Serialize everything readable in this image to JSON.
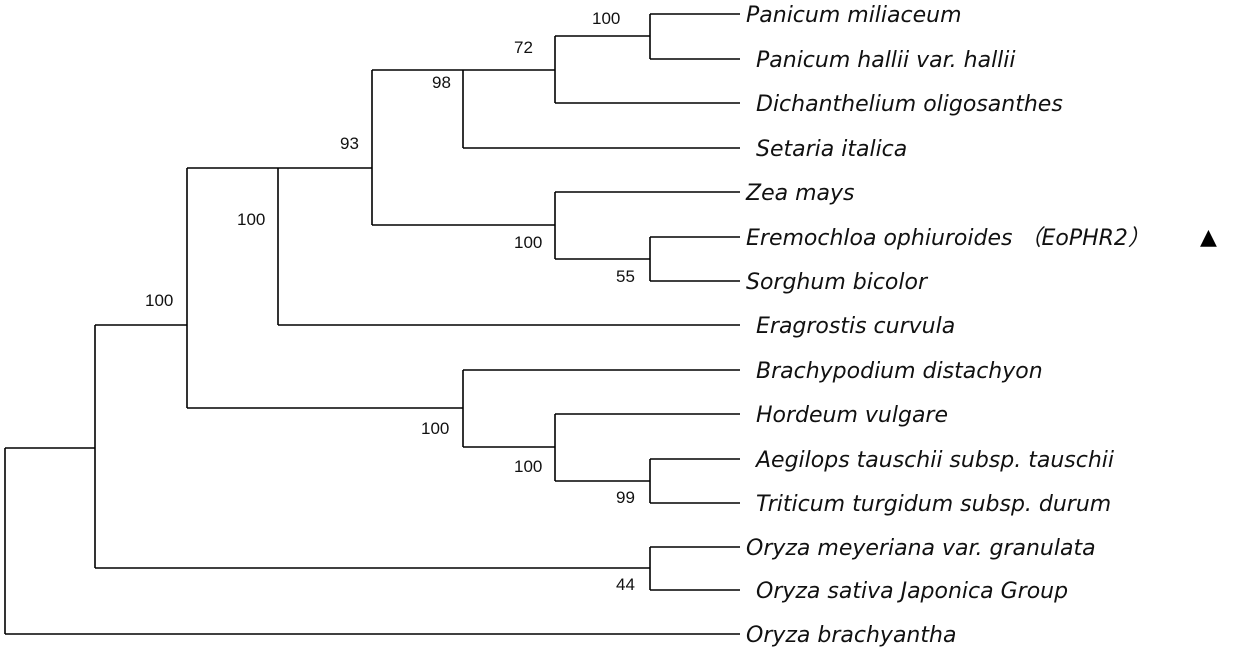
{
  "taxa": {
    "panicum_miliaceum": "Panicum miliaceum",
    "panicum_hallii": "Panicum hallii var. hallii",
    "dichanthelium": "Dichanthelium oligosanthes",
    "setaria": "Setaria italica",
    "zea": "Zea mays",
    "eremochloa": "Eremochloa ophiuroides （EoPHR2）",
    "sorghum": "Sorghum bicolor",
    "eragrostis": "Eragrostis curvula",
    "brachypodium": "Brachypodium distachyon",
    "hordeum": "Hordeum vulgare",
    "aegilops": "Aegilops tauschii subsp. tauschii",
    "triticum": "Triticum turgidum subsp. durum",
    "oryza_meyeriana": "Oryza meyeriana var. granulata",
    "oryza_sativa": "Oryza sativa Japonica Group",
    "oryza_brachyantha": "Oryza brachyantha"
  },
  "support": {
    "panicum": "100",
    "panicum_dichanthelium": "72",
    "with_setaria": "98",
    "panicoid_core": "93",
    "zea_sorghum_clade": "100",
    "eremochloa_sorghum": "55",
    "with_eragrostis": "100",
    "main_grasses": "100",
    "pooideae": "100",
    "triticeae": "100",
    "aegilops_triticum": "99",
    "oryza_pair": "44"
  },
  "marker": {
    "symbol": "▲",
    "icon": "triangle-icon"
  }
}
